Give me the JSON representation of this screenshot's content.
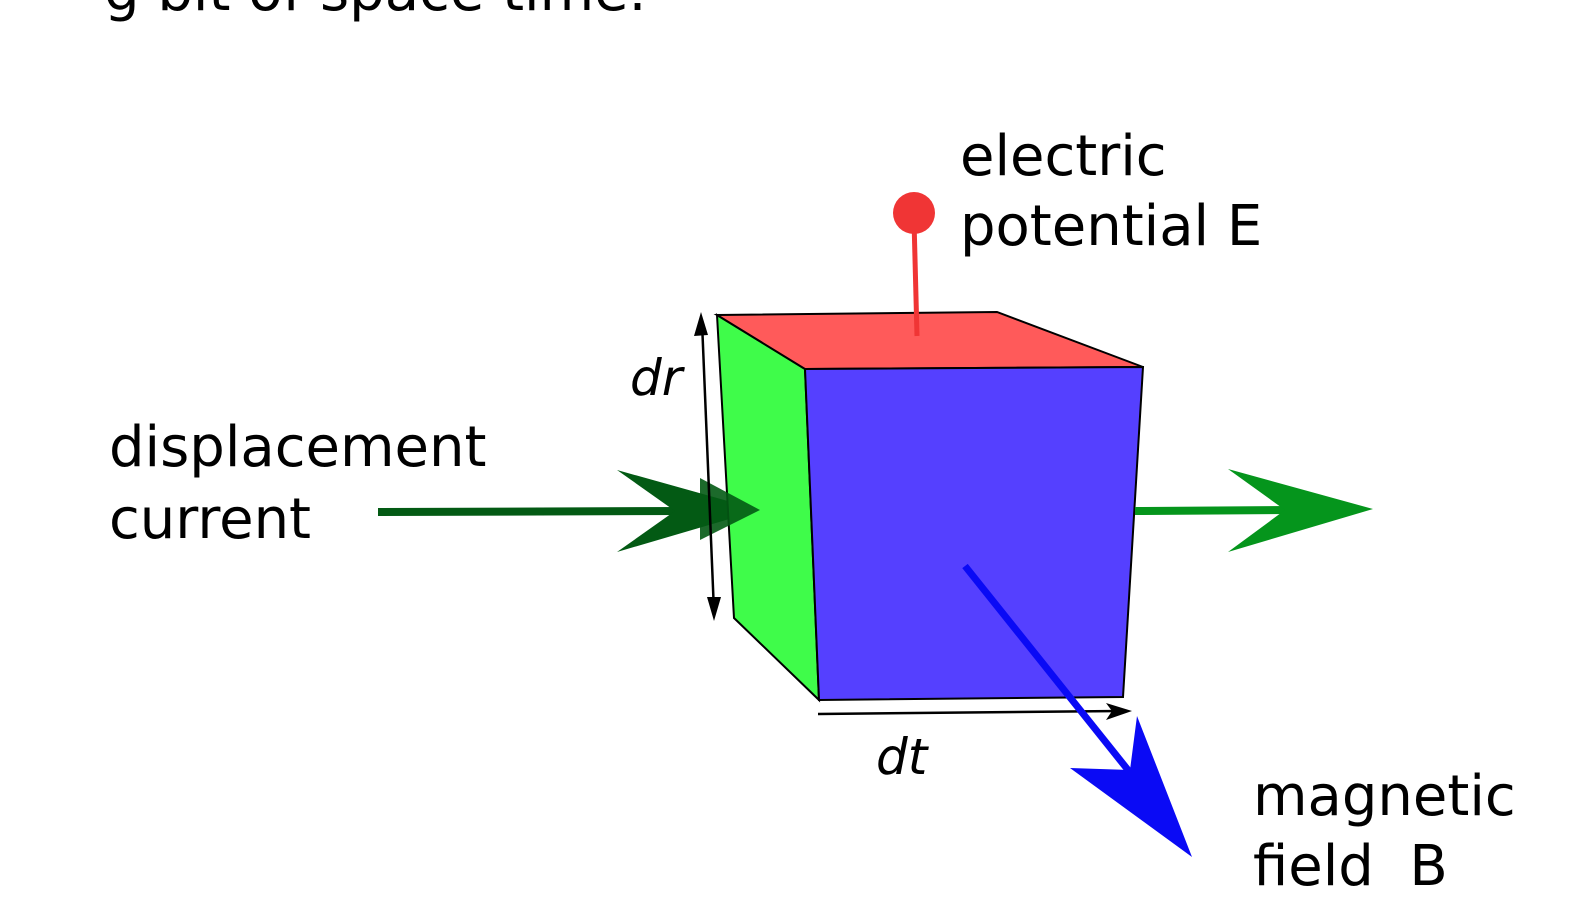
{
  "top_caption_fragment": "g bit of space time.",
  "labels": {
    "electric": [
      "electric",
      "potential E"
    ],
    "displacement": [
      "displacement",
      "current"
    ],
    "magnetic": [
      "magnetic",
      "field  B"
    ],
    "dr": "dr",
    "dt": "dt"
  },
  "colors": {
    "cube_front": "#5540ff",
    "cube_top": "#ff5a5a",
    "cube_side": "#3ffc4a",
    "electric_marker": "#f03535",
    "current_in": "#035a14",
    "current_out": "#05951c",
    "magnetic_arrow": "#0a0af5",
    "dimension_lines": "#000000"
  }
}
